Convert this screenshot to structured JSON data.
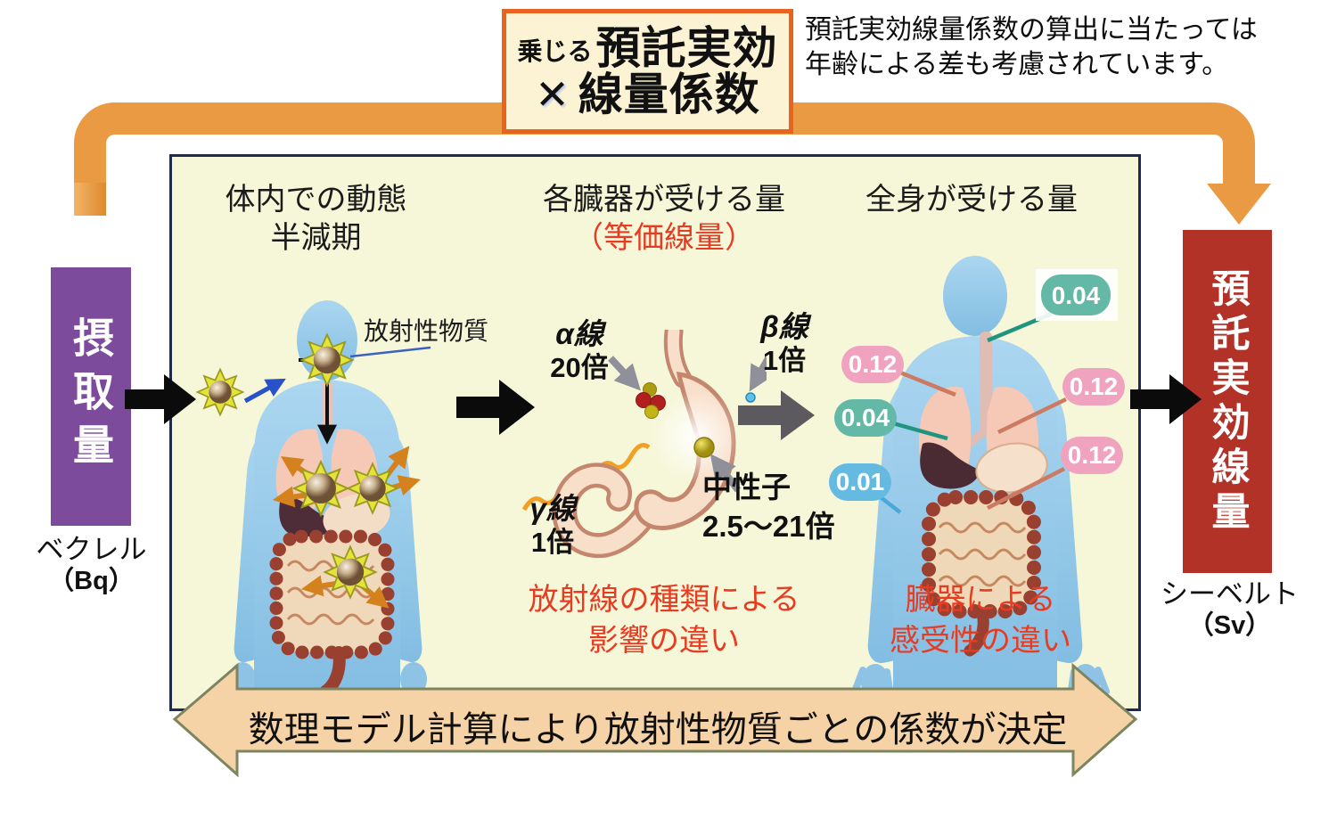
{
  "colors": {
    "bracket_orange": "#e99a42",
    "multiplier_border": "#e8641e",
    "intake_purple": "#7d4b9b",
    "dose_red": "#b23228",
    "panel_bg": "#f6f6d8",
    "panel_border": "#1e2a4e",
    "red_text": "#e73c22",
    "weight_teal": "#63b8a6",
    "weight_pink": "#f0a3be",
    "weight_blue": "#65bae2",
    "banner_fill": "#f5d3a7",
    "banner_border": "#7d8560"
  },
  "top": {
    "multiplier_box": {
      "small_label": "乗じる",
      "title_line1": "預託実効",
      "times_symbol": "✕",
      "title_line2": "線量係数"
    },
    "note_line1": "預託実効線量係数の算出に当たっては",
    "note_line2": "年齢による差も考慮されています。"
  },
  "left": {
    "box_label": "摂取量",
    "unit_name": "ベクレル",
    "unit_symbol": "（Bq）"
  },
  "right": {
    "box_label": "預託実効線量",
    "unit_name": "シーベルト",
    "unit_symbol": "（Sv）"
  },
  "panel": {
    "section1": {
      "title_line1": "体内での動態",
      "title_line2": "半減期",
      "substance_label": "放射性物質"
    },
    "section2": {
      "title": "各臓器が受ける量",
      "subtitle": "（等価線量）",
      "alpha_name": "α線",
      "alpha_factor": "20倍",
      "beta_name": "β線",
      "beta_factor": "1倍",
      "gamma_name": "γ線",
      "gamma_factor": "1倍",
      "neutron_name": "中性子",
      "neutron_factor": "2.5～21倍",
      "note_line1": "放射線の種類による",
      "note_line2": "影響の違い"
    },
    "section3": {
      "title": "全身が受ける量",
      "weights": [
        {
          "value": "0.04",
          "type": "teal"
        },
        {
          "value": "0.12",
          "type": "pink"
        },
        {
          "value": "0.12",
          "type": "pink"
        },
        {
          "value": "0.04",
          "type": "teal"
        },
        {
          "value": "0.01",
          "type": "blue"
        },
        {
          "value": "0.12",
          "type": "pink"
        }
      ],
      "note_line1": "臓器による",
      "note_line2": "感受性の違い"
    }
  },
  "bottom_banner": {
    "text": "数理モデル計算により放射性物質ごとの係数が決定"
  }
}
